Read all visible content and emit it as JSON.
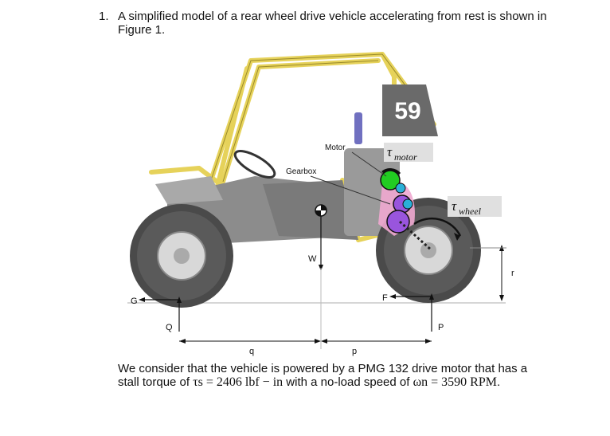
{
  "question": {
    "number": "1.",
    "text": "A simplified model of a rear wheel drive vehicle accelerating from rest is shown in Figure 1."
  },
  "figure": {
    "plate_number": "59",
    "labels": {
      "motor": "Motor",
      "gearbox": "Gearbox",
      "tau_motor": "τ",
      "tau_motor_sub": "motor",
      "tau_wheel": "τ",
      "tau_wheel_sub": "wheel",
      "w": "W",
      "g": "G",
      "f": "F",
      "q_force": "Q",
      "p_force": "P",
      "r": "r",
      "q_dist": "q",
      "p_dist": "p"
    }
  },
  "paragraph": {
    "line1": "We consider that the vehicle is powered by a PMG 132 drive motor that has a",
    "line2_prefix": "stall torque of ",
    "stall_torque": "τs = 2406 lbf − in",
    "line2_mid": " with a no-load speed of ",
    "no_load_speed": "ωn = 3590 RPM",
    "line2_suffix": "."
  },
  "colors": {
    "frame": "#e6d25a",
    "body": "#8c8c8c",
    "green_gear": "#22cc22",
    "cyan_gear": "#2ab0d8",
    "purple_gear": "#9955dd",
    "pink_housing": "#f0a8d0"
  }
}
